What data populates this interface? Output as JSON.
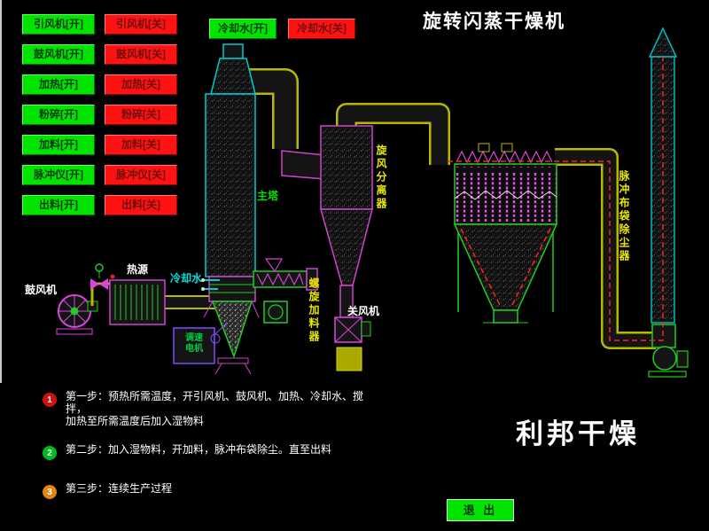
{
  "title": "旋转闪蒸干燥机",
  "brand": "利邦干燥",
  "exit_button": "退 出",
  "control_panel": {
    "on": [
      "引风机[开]",
      "鼓风机[开]",
      "加热[开]",
      "粉碎[开]",
      "加料[开]",
      "脉冲仪[开]",
      "出料[开]"
    ],
    "off": [
      "引风机[关]",
      "鼓风机[关]",
      "加热[关]",
      "粉碎[关]",
      "加料[关]",
      "脉冲仪[关]",
      "出料[关]"
    ],
    "cooling_on": "冷却水[开]",
    "cooling_off": "冷却水[关]"
  },
  "equipment_labels": {
    "main_tower": "主塔",
    "cyclone_separator": "旋风分离器",
    "pulse_bag_filter": "脉冲布袋除尘器",
    "blower": "鼓风机",
    "heat_source": "热源",
    "cooling_water": "冷却水",
    "screw_feeder": "螺旋加料器",
    "air_lock_fan": "关风机",
    "speed_motor_line1": "调速",
    "speed_motor_line2": "电机"
  },
  "steps": [
    {
      "num": "1",
      "lines": [
        "第一步：预热所需温度，开引风机、鼓风机、加热、冷却水、搅",
        "拌，",
        "加热至所需温度后加入湿物料"
      ]
    },
    {
      "num": "2",
      "lines": [
        "第二步：加入湿物料，开加料，脉冲布袋除尘。直至出料"
      ]
    },
    {
      "num": "3",
      "lines": [
        "第三步：连续生产过程"
      ]
    }
  ],
  "colors": {
    "on_green": "#00e400",
    "off_red": "#ff1212",
    "step1": "#cc1111",
    "step2": "#00bb22",
    "step3": "#e08511",
    "pipe_yellow": "#b8b800",
    "equipment_magenta": "#cc44cc",
    "flow_red": "#ff2222",
    "label_yellow": "#e8e800",
    "label_green": "#00dd00",
    "label_cyan": "#00dddd"
  }
}
